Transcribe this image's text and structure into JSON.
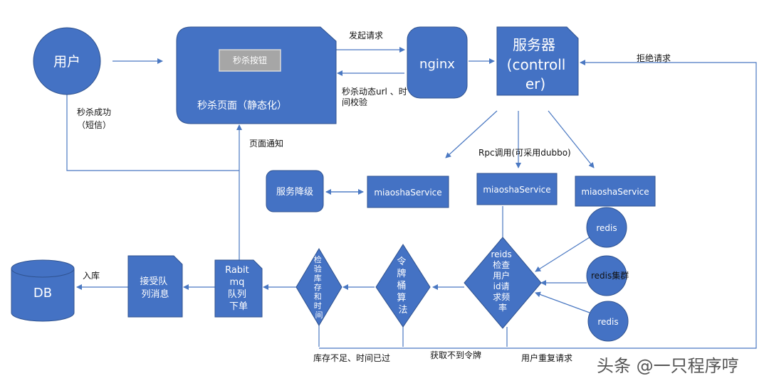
{
  "nodes": {
    "user": "用户",
    "page_button": "秒杀按钮",
    "page_title": "秒杀页面（静态化）",
    "nginx": "nginx",
    "server_line1": "服务器",
    "server_line2": "(controll",
    "server_line3": "er)",
    "degrade": "服务降级",
    "svc1": "miaoshaService",
    "svc2": "miaoshaService",
    "svc3": "miaoshaService",
    "redis1": "redis",
    "redis_cluster": "redis集群",
    "redis2": "redis",
    "check_rate_lines": [
      "reids",
      "检查",
      "用户",
      "id请",
      "求频",
      "率"
    ],
    "token_lines": [
      "令",
      "牌",
      "桶",
      "算",
      "法"
    ],
    "verify_lines": [
      "检",
      "验",
      "库",
      "存",
      "和",
      "时",
      "间"
    ],
    "mq_lines": [
      "Rabit",
      "mq",
      "队列",
      "下单"
    ],
    "consume_lines": [
      "接受队",
      "列消息"
    ],
    "db": "DB",
    "storage": "入库"
  },
  "labels": {
    "send_request": "发起请求",
    "dyn_url_line1": "秒杀动态url 、时",
    "dyn_url_line2": "间校验",
    "reject": "拒绝请求",
    "success_line1": "秒杀成功",
    "success_line2": "（短信）",
    "page_notify": "页面通知",
    "rpc": "Rpc调用(可采用dubbo)",
    "stock_insufficient": "库存不足、时间已过",
    "no_token": "获取不到令牌",
    "duplicate": "用户重复请求"
  },
  "watermark": "头条 @一只程序哼",
  "colors": {
    "node": "#4472c4",
    "node_dark": "#2f528f",
    "edge": "#4a78c2",
    "button": "#a6a6a6"
  }
}
